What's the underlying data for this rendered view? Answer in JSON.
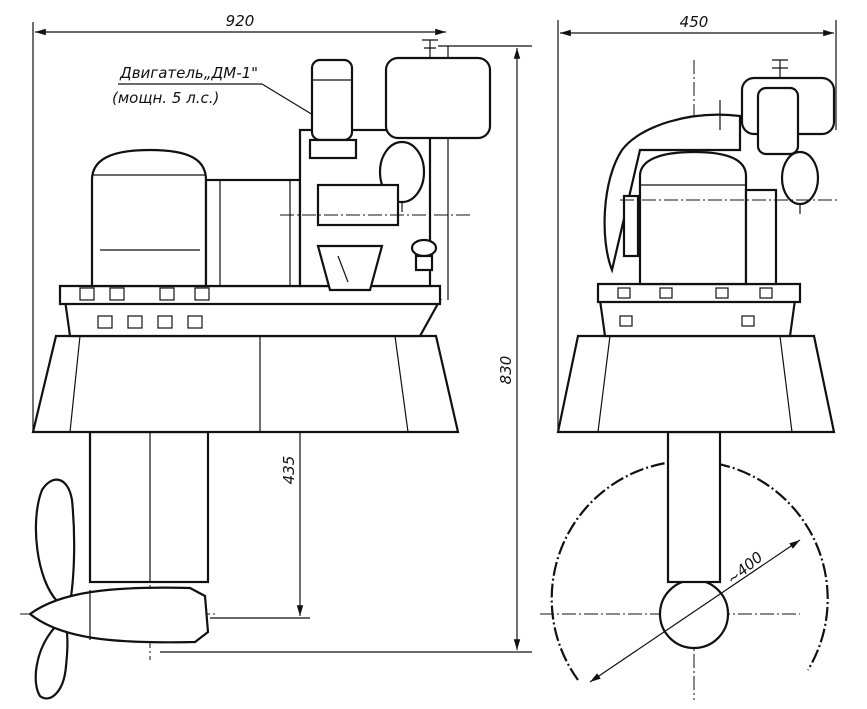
{
  "dimensions": {
    "overall_width_side": "920",
    "overall_width_front": "450",
    "overall_height": "830",
    "leg_height": "435",
    "propeller_diameter": "~400"
  },
  "callout": {
    "engine_line1": "Двигатель„ДМ-1\"",
    "engine_line2": "(мощн. 5 л.с.)"
  },
  "colors": {
    "ink": "#111111",
    "paper": "#ffffff"
  }
}
